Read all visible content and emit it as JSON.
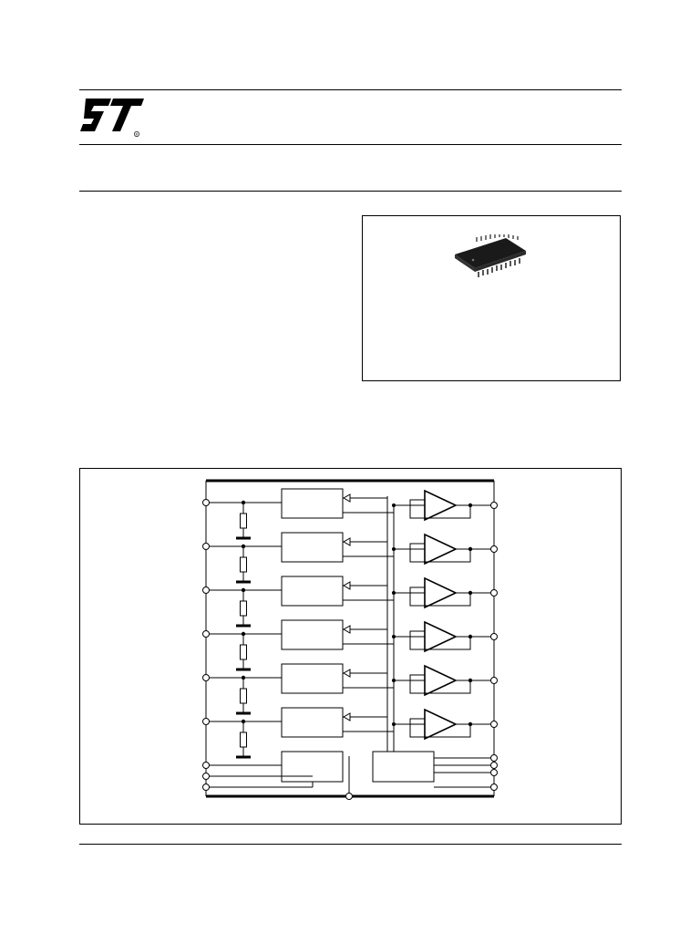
{
  "header": {
    "logo": "st-logo",
    "logo_text": "ST"
  },
  "package": {
    "image": "so-20-ic-package-icon"
  },
  "diagram": {
    "title": "",
    "channels": 6,
    "blocks": [
      "input-block",
      "amplifier",
      "control-block"
    ]
  }
}
